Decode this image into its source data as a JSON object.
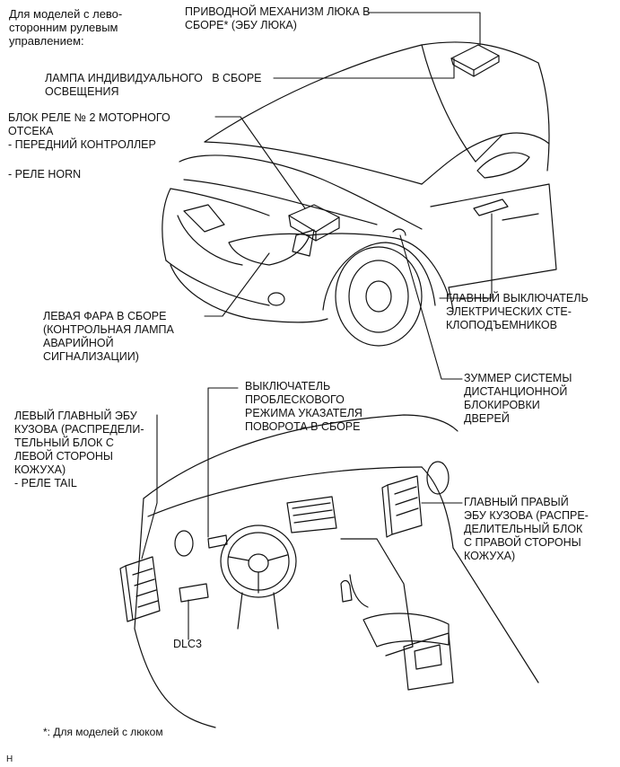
{
  "header_note": "Для моделей с лево-\nсторонним рулевым\nуправлением:",
  "labels": {
    "sunroof_ecu": "ПРИВОДНОЙ МЕХАНИЗМ ЛЮКА В\nСБОРЕ* (ЭБУ ЛЮКА)",
    "room_lamp": "ЛАМПА ИНДИВИДУАЛЬНОГО   В СБОРЕ\nОСВЕЩЕНИЯ",
    "relay_block": "БЛОК РЕЛЕ № 2 МОТОРНОГО\nОТСЕКА\n- ПЕРЕДНИЙ КОНТРОЛЛЕР",
    "horn_relay": "- РЕЛЕ HORN",
    "headlamp": "ЛЕВАЯ ФАРА В СБОРЕ\n(КОНТРОЛЬНАЯ ЛАМПА\nАВАРИЙНОЙ\nСИГНАЛИЗАЦИИ)",
    "window_switch": "ГЛАВНЫЙ ВЫКЛЮЧАТЕЛЬ\nЭЛЕКТРИЧЕСКИХ СТЕ-\nКЛОПОДЪЕМНИКОВ",
    "door_buzzer": "ЗУММЕР СИСТЕМЫ\nДИСТАНЦИОННОЙ\nБЛОКИРОВКИ\nДВЕРЕЙ",
    "hazard_switch": "ВЫКЛЮЧАТЕЛЬ\nПРОБЛЕСКОВОГО\nРЕЖИМА УКАЗАТЕЛЯ\nПОВОРОТА В СБОРЕ",
    "left_body_ecu": "ЛЕВЫЙ ГЛАВНЫЙ ЭБУ\nКУЗОВА (РАСПРЕДЕЛИ-\nТЕЛЬНЫЙ БЛОК С\nЛЕВОЙ СТОРОНЫ\nКОЖУХА)\n- РЕЛЕ TAIL",
    "right_body_ecu": "ГЛАВНЫЙ ПРАВЫЙ\nЭБУ КУЗОВА (РАСПРЕ-\nДЕЛИТЕЛЬНЫЙ БЛОК\nС ПРАВОЙ СТОРОНЫ\nКОЖУХА)",
    "dlc3": "DLC3"
  },
  "footnote": "*: Для моделей с люком",
  "corner_mark": "H"
}
